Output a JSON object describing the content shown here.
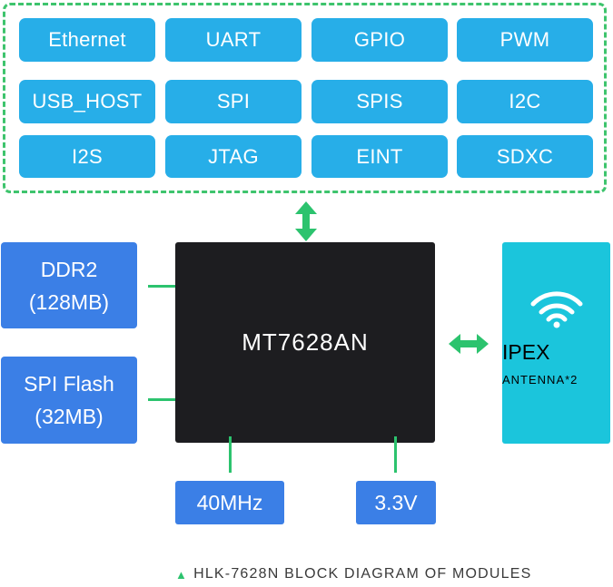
{
  "interfaces": [
    "Ethernet",
    "UART",
    "GPIO",
    "PWM",
    "USB_HOST",
    "SPI",
    "SPIS",
    "I2C",
    "I2S",
    "JTAG",
    "EINT",
    "SDXC"
  ],
  "memory": {
    "ddr": {
      "line1": "DDR2",
      "line2": "(128MB)"
    },
    "flash": {
      "line1": "SPI Flash",
      "line2": "(32MB)"
    }
  },
  "chip": {
    "name": "MT7628AN"
  },
  "clock": "40MHz",
  "power": "3.3V",
  "antenna": {
    "title": "IPEX",
    "subtitle": "ANTENNA*2",
    "icon": "wifi-icon"
  },
  "caption": "HLK-7628N BLOCK DIAGRAM OF MODULES",
  "colors": {
    "interface_blue": "#27aee8",
    "memory_blue": "#3b7fe6",
    "chip_black": "#1d1d20",
    "antenna_cyan": "#1bc5dc",
    "connector_green": "#2cc36e"
  }
}
